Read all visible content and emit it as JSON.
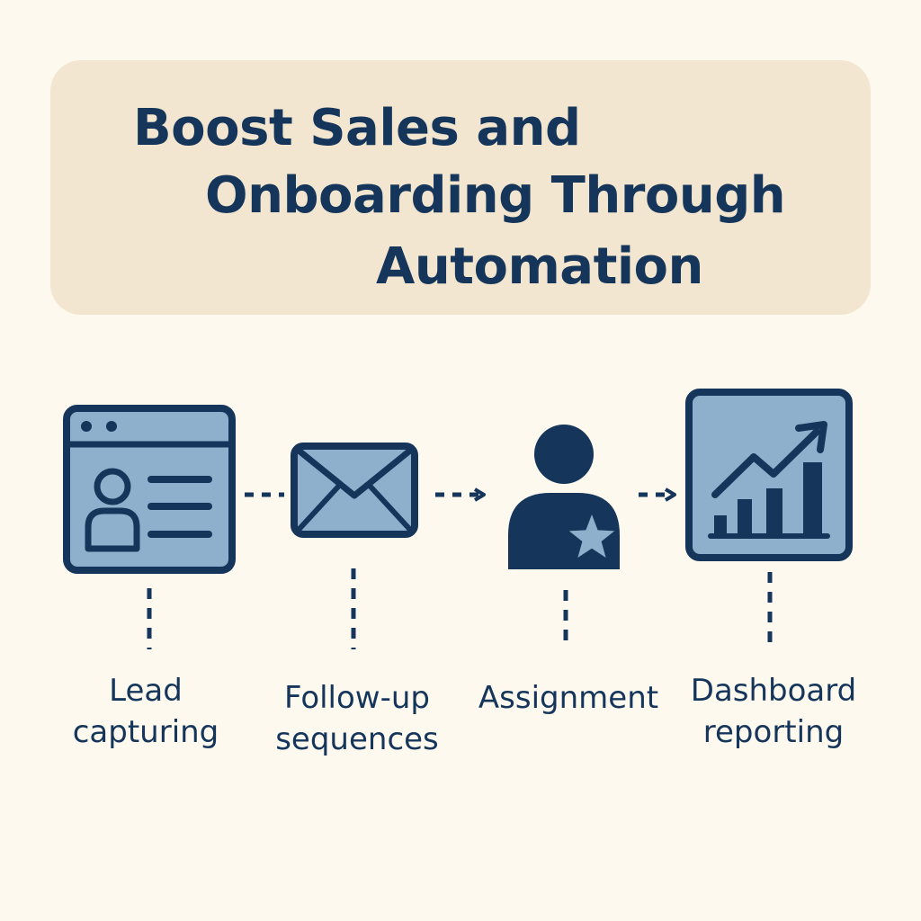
{
  "title": {
    "line1": "Boost Sales and",
    "line2": "Onboarding Through",
    "line3": "Automation"
  },
  "colors": {
    "background": "#fdf9ef",
    "banner": "#f3e6d0",
    "navy": "#15365a",
    "icon_fill": "#8fb0cc"
  },
  "steps": [
    {
      "icon": "lead-form-icon",
      "label_line1": "Lead",
      "label_line2": "capturing"
    },
    {
      "icon": "envelope-icon",
      "label_line1": "Follow-up",
      "label_line2": "sequences"
    },
    {
      "icon": "person-star-icon",
      "label_line1": "Assignment",
      "label_line2": ""
    },
    {
      "icon": "chart-growth-icon",
      "label_line1": "Dashboard",
      "label_line2": "reporting"
    }
  ]
}
